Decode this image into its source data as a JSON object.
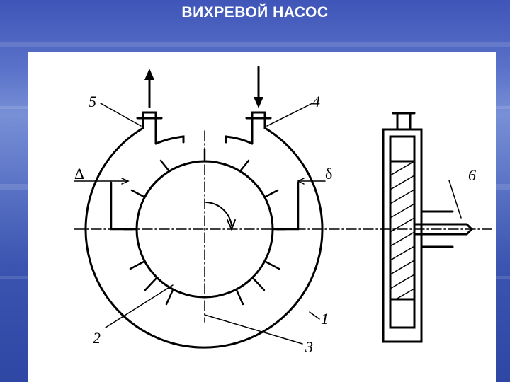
{
  "slide": {
    "title": "ВИХРЕВОЙ НАСОС"
  },
  "diagram": {
    "labels": {
      "n1": "1",
      "n2": "2",
      "n3": "3",
      "n4": "4",
      "n5": "5",
      "n6": "6",
      "delta_upper": "Δ",
      "delta_lower": "δ"
    }
  },
  "colors": {
    "ink": "#000000",
    "panel": "#ffffff",
    "background": "#3f55b8"
  }
}
